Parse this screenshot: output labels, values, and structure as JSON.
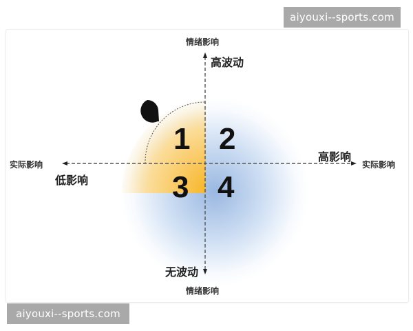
{
  "watermarks": {
    "top": "aiyouxi--sports.com",
    "bottom": "aiyouxi--sports.com"
  },
  "diagram": {
    "vertical_axis": {
      "title_top": "情绪影响",
      "title_bottom": "情绪影响",
      "high_label": "高波动",
      "low_label": "无波动"
    },
    "horizontal_axis": {
      "title_left": "实际影响",
      "title_right": "实际影响",
      "low_label": "低影响",
      "high_label": "高影响"
    },
    "quadrants": [
      {
        "number": "1",
        "position": "top-left",
        "highlight": "#f7b21a"
      },
      {
        "number": "2",
        "position": "top-right",
        "highlight": "#9dbce6"
      },
      {
        "number": "3",
        "position": "bottom-left",
        "highlight": "#9dbce6"
      },
      {
        "number": "4",
        "position": "bottom-right",
        "highlight": "#9dbce6"
      }
    ],
    "marker": "teardrop-marker",
    "colors": {
      "orange": "#f7b21a",
      "blue": "#8fb2e0",
      "axis": "#555555"
    }
  }
}
